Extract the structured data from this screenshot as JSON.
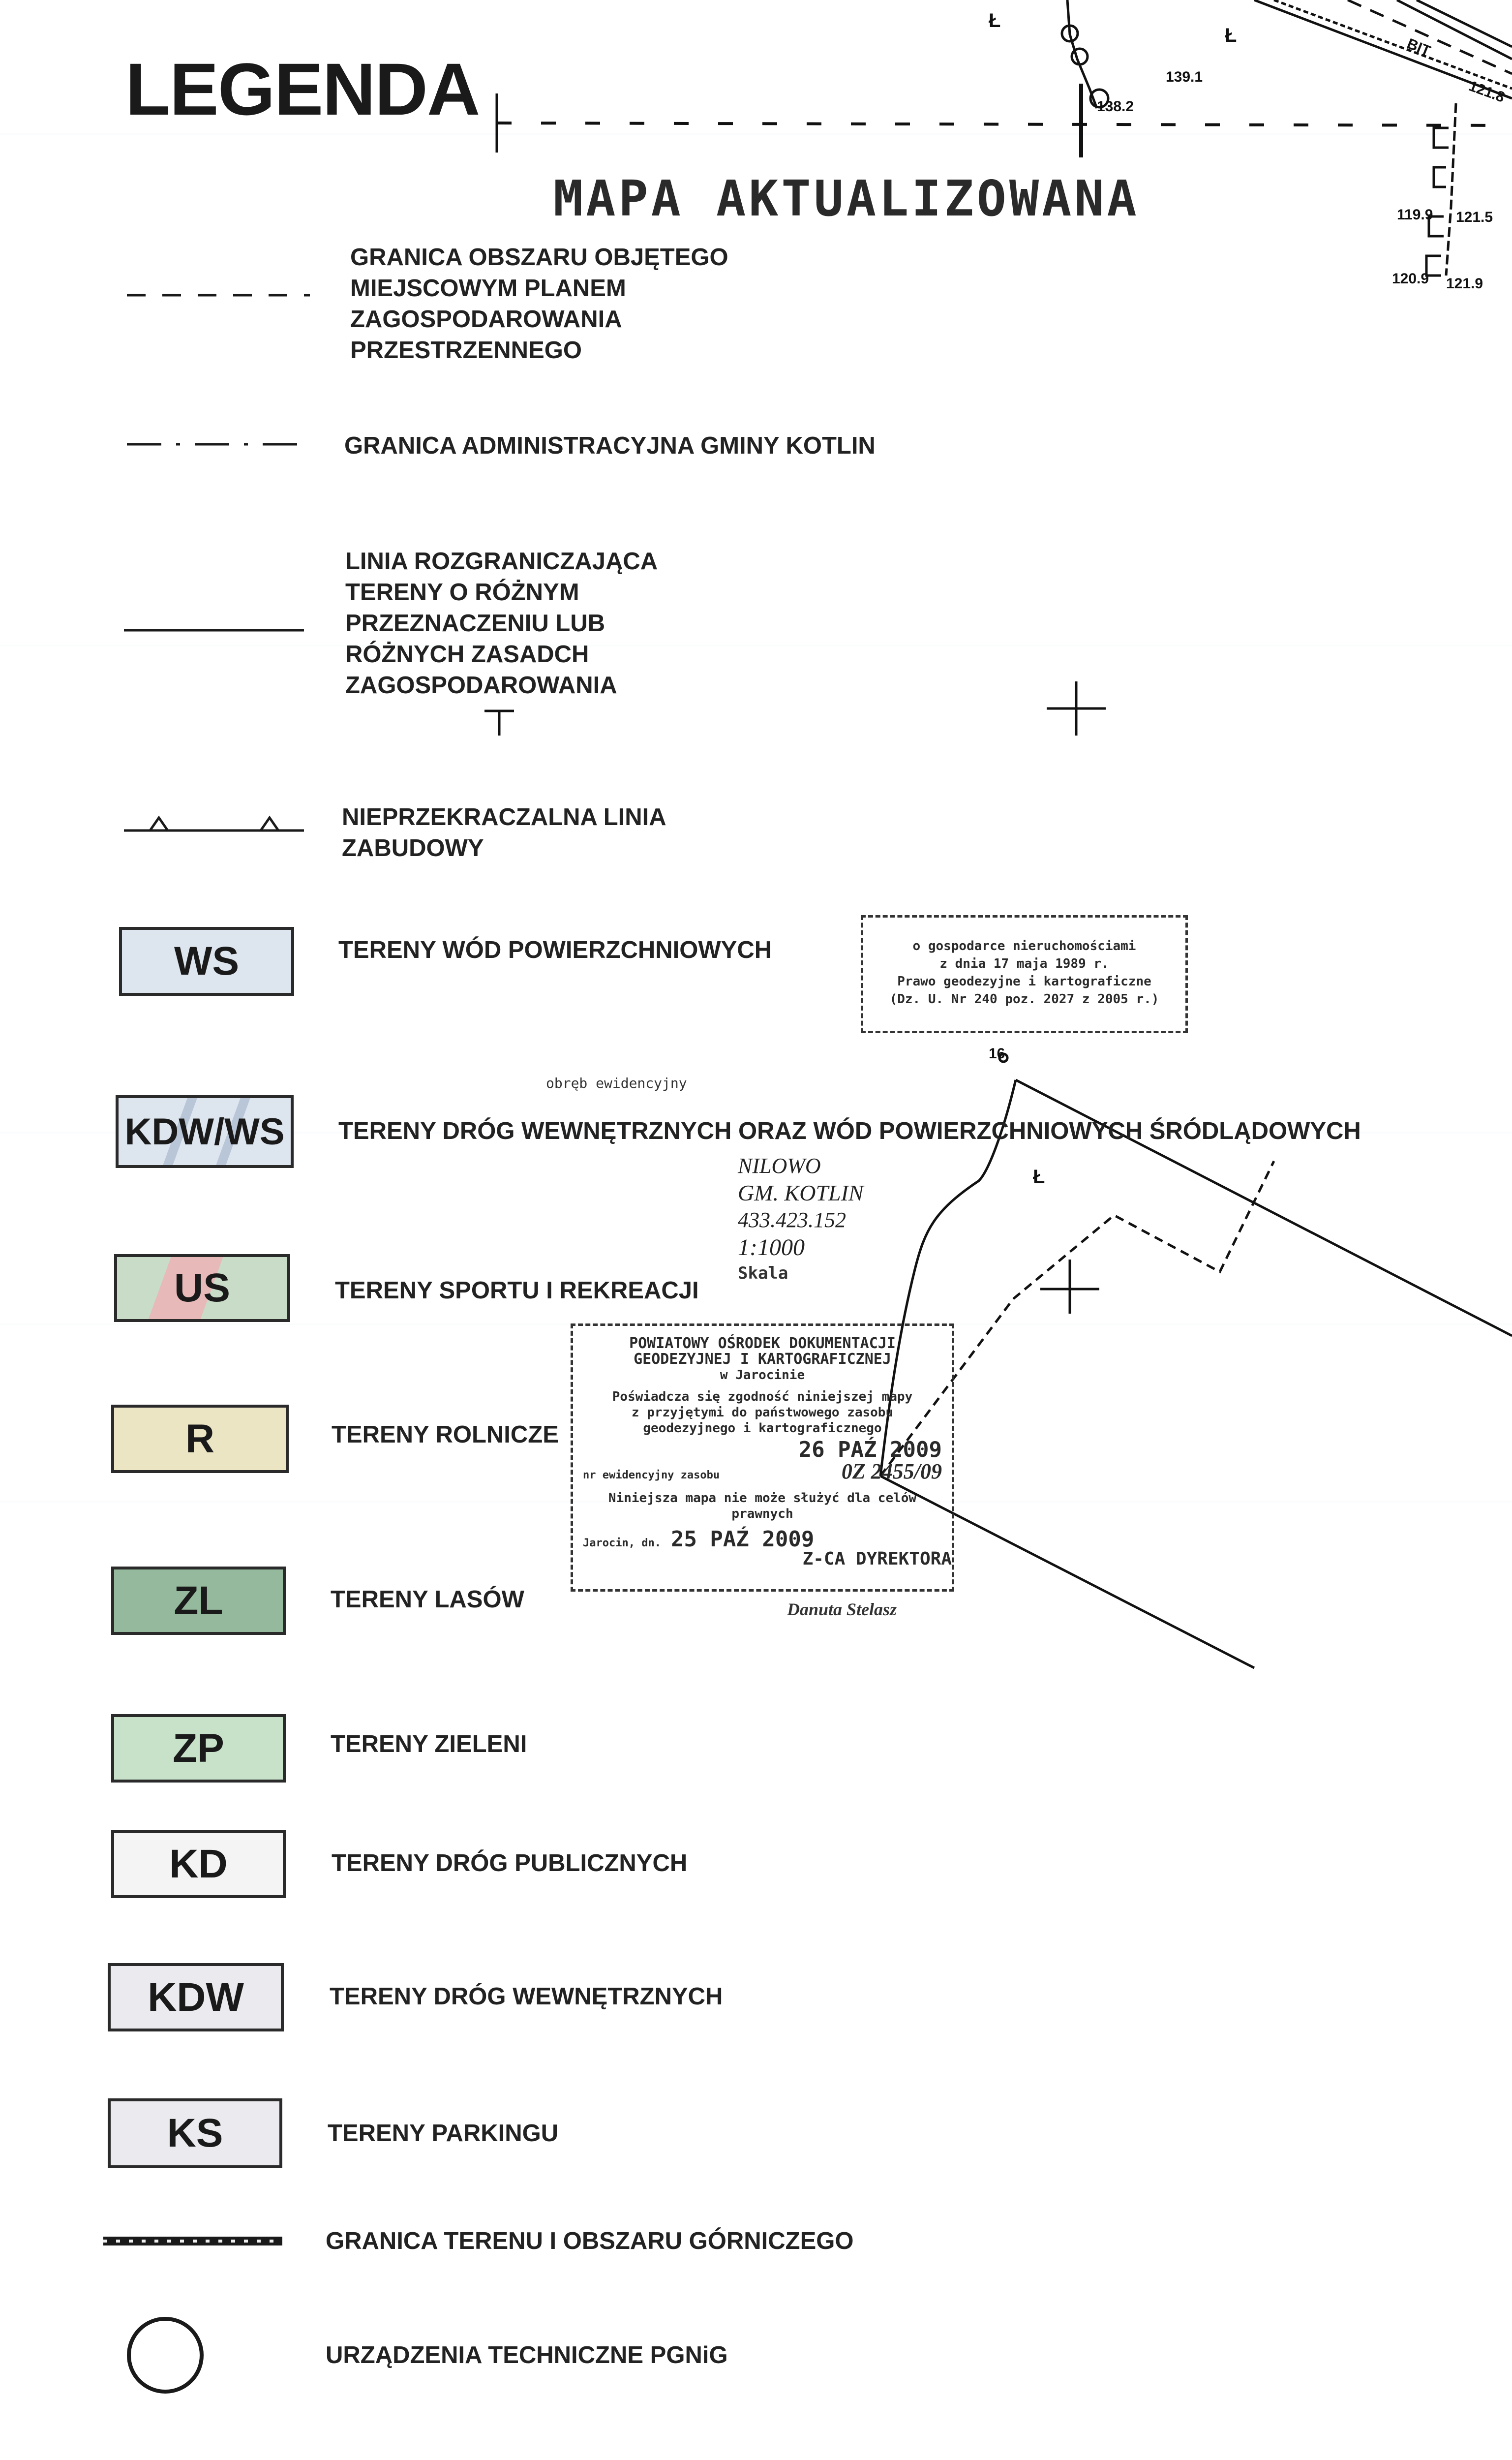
{
  "legend": {
    "title": "LEGENDA",
    "items": [
      {
        "symbol": "dashed-line",
        "lines": [
          "GRANICA OBSZARU OBJĘTEGO",
          "MIEJSCOWYM PLANEM",
          "ZAGOSPODAROWANIA",
          "PRZESTRZENNEGO"
        ]
      },
      {
        "symbol": "dash-dot-line",
        "lines": [
          "GRANICA ADMINISTRACYJNA GMINY KOTLIN"
        ]
      },
      {
        "symbol": "solid-line",
        "lines": [
          "LINIA ROZGRANICZAJĄCA",
          "TERENY O RÓŻNYM",
          "PRZEZNACZENIU LUB",
          "RÓŻNYCH ZASADCH",
          "ZAGOSPODAROWANIA"
        ]
      },
      {
        "symbol": "triangle-line",
        "lines": [
          "NIEPRZEKRACZALNA LINIA",
          "ZABUDOWY"
        ]
      },
      {
        "symbol": "box",
        "code": "WS",
        "color": "#dde5ee",
        "label": "TERENY WÓD POWIERZCHNIOWYCH"
      },
      {
        "symbol": "box",
        "code": "KDW/WS",
        "color": "#dde5ee",
        "label": "TERENY DRÓG WEWNĘTRZNYCH ORAZ WÓD POWIERZCHNIOWYCH ŚRÓDLĄDOWYCH"
      },
      {
        "symbol": "box",
        "code": "US",
        "color": "#e9c9c9",
        "label": "TERENY SPORTU I REKREACJI"
      },
      {
        "symbol": "box",
        "code": "R",
        "color": "#ebe5c4",
        "label": "TERENY ROLNICZE"
      },
      {
        "symbol": "box",
        "code": "ZL",
        "color": "#94b99c",
        "label": "TERENY LASÓW"
      },
      {
        "symbol": "box",
        "code": "ZP",
        "color": "#c8e2ca",
        "label": "TERENY ZIELENI"
      },
      {
        "symbol": "box",
        "code": "KD",
        "color": "#f4f4f5",
        "label": "TERENY DRÓG PUBLICZNYCH"
      },
      {
        "symbol": "box",
        "code": "KDW",
        "color": "#ebeaef",
        "label": "TERENY DRÓG WEWNĘTRZNYCH"
      },
      {
        "symbol": "box",
        "code": "KS",
        "color": "#ebeaef",
        "label": "TERENY PARKINGU"
      },
      {
        "symbol": "thick-dotted-line",
        "lines": [
          "GRANICA TERENU I OBSZARU GÓRNICZEGO"
        ]
      },
      {
        "symbol": "circle",
        "lines": [
          "URZĄDZENIA TECHNICZNE PGNiG"
        ]
      }
    ]
  },
  "map": {
    "heading": "MAPA AKTUALIZOWANA",
    "labels": {
      "h1": "138.2",
      "h2": "139.1",
      "h3": "121.8",
      "h4": "119.9",
      "h5": "121.5",
      "h6": "120.9",
      "h7": "121.9",
      "parcel": "16",
      "l1": "Ł",
      "l2": "Ł",
      "l3": "Ł",
      "road": "BIT"
    }
  },
  "stamps": {
    "law": {
      "lines": [
        "o gospodarce nieruchomościami",
        "z dnia 17 maja 1989 r.",
        "Prawo geodezyjne i kartograficzne",
        "(Dz. U. Nr 240 poz. 2027 z 2005 r.)"
      ]
    },
    "sheet": {
      "l1": "obręb ewidencyjny",
      "l2": "NILOWO",
      "l3": "GM. KOTLIN",
      "l4": "433.423.152",
      "l5": "1:1000",
      "l6": "Skala"
    },
    "office": {
      "header": [
        "POWIATOWY OŚRODEK DOKUMENTACJI",
        "GEODEZYJNEJ I KARTOGRAFICZNEJ",
        "w Jarocinie"
      ],
      "body": [
        "Poświadcza się zgodność niniejszej mapy",
        "z przyjętymi do państwowego zasobu",
        "geodezyjnego i kartograficznego"
      ],
      "date1": "26 PAŹ 2009",
      "reg_label": "nr ewidencyjny zasobu",
      "reg_no": "0Z 2455/09",
      "note": [
        "Niniejsza mapa nie może służyć dla celów",
        "prawnych"
      ],
      "place_label": "Jarocin, dn.",
      "date2": "25 PAŹ 2009",
      "role": "Z-CA DYREKTORA",
      "signature": "Danuta Stelasz"
    }
  }
}
